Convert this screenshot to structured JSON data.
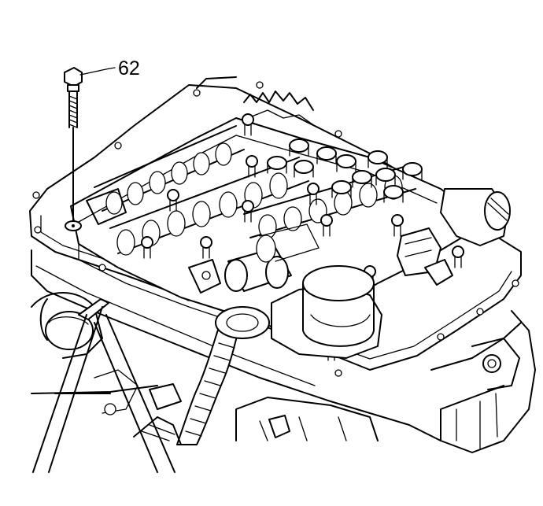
{
  "callouts": [
    {
      "id": "bolt",
      "label": "62"
    }
  ],
  "colors": {
    "line": "#000000",
    "background": "#ffffff"
  },
  "figure_type": "line-art exploded view"
}
